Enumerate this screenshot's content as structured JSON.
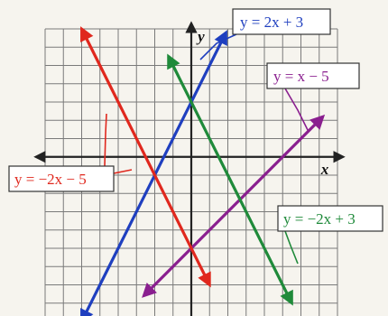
{
  "chart_data": {
    "type": "line",
    "title": "",
    "xlabel": "x",
    "ylabel": "y",
    "xlim": [
      -8,
      8
    ],
    "ylim": [
      -9,
      7
    ],
    "grid": true,
    "colors": {
      "grid": "#7a7a7a",
      "axes": "#222222",
      "background": "#f6f4ee"
    },
    "series": [
      {
        "name": "y = 2x + 3",
        "slope": 2,
        "intercept": 3,
        "color": "#1f3fbf",
        "x": [
          -6,
          1.9
        ],
        "y": [
          -9,
          6.8
        ]
      },
      {
        "name": "y = x − 5",
        "slope": 1,
        "intercept": -5,
        "color": "#8a1f8f",
        "x": [
          -2.6,
          7.2
        ],
        "y": [
          -7.6,
          2.2
        ]
      },
      {
        "name": "y = −2x − 5",
        "slope": -2,
        "intercept": -5,
        "color": "#e0281e",
        "x": [
          -6,
          1
        ],
        "y": [
          7,
          -7
        ]
      },
      {
        "name": "y = −2x + 3",
        "slope": -2,
        "intercept": 3,
        "color": "#1f8a3a",
        "x": [
          -1.25,
          5.5
        ],
        "y": [
          5.5,
          -8
        ]
      }
    ]
  }
}
